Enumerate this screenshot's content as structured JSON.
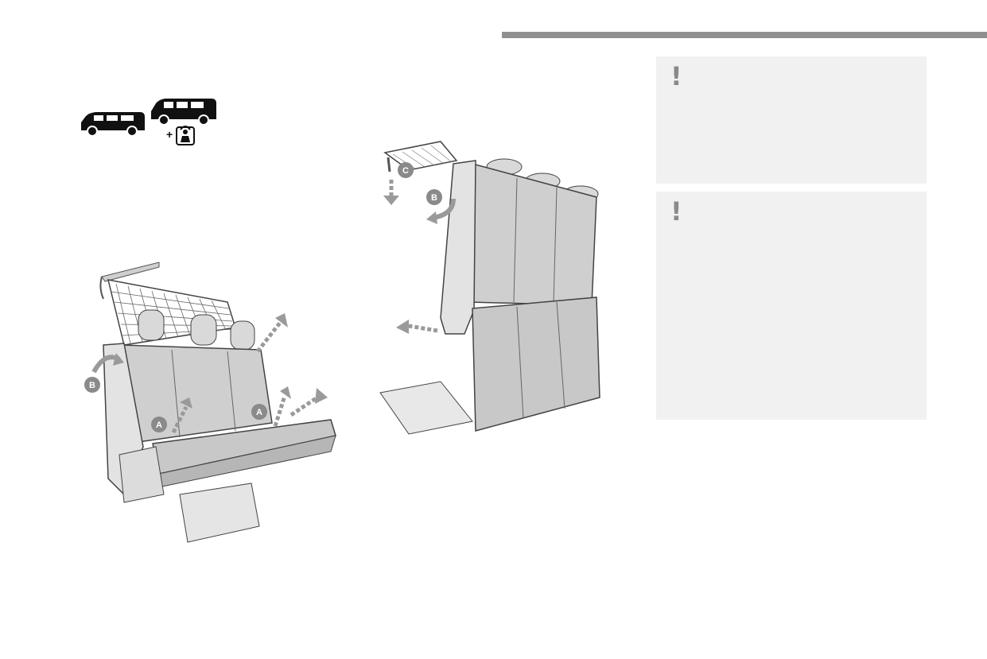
{
  "colors": {
    "rule": "#8f8f8f",
    "warning_bg": "#f1f1f1",
    "warning_mark": "#8a8a8a",
    "callout": "#8a8a8a",
    "arrow": "#9a9a9a",
    "vehicle": "#111111"
  },
  "vehicle_icons": {
    "plus": "+"
  },
  "figure1": {
    "callouts": {
      "a1": "A",
      "a2": "A",
      "b": "B"
    }
  },
  "figure2": {
    "callouts": {
      "c": "C",
      "b": "B"
    }
  },
  "warnings": [
    {
      "mark": "!"
    },
    {
      "mark": "!"
    }
  ]
}
